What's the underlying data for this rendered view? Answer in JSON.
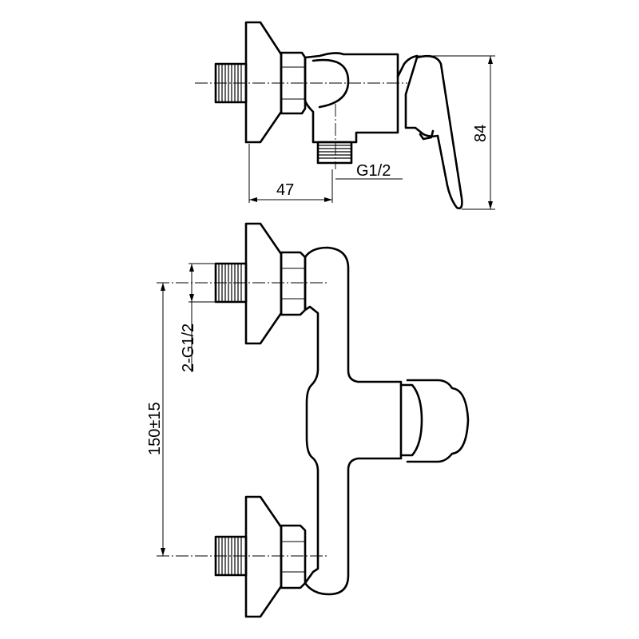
{
  "dimensions": {
    "width_label": "47",
    "height_label": "84",
    "outlet_thread_label": "G1/2",
    "inlet_thread_label": "2-G1/2",
    "center_distance_label": "150±15"
  }
}
